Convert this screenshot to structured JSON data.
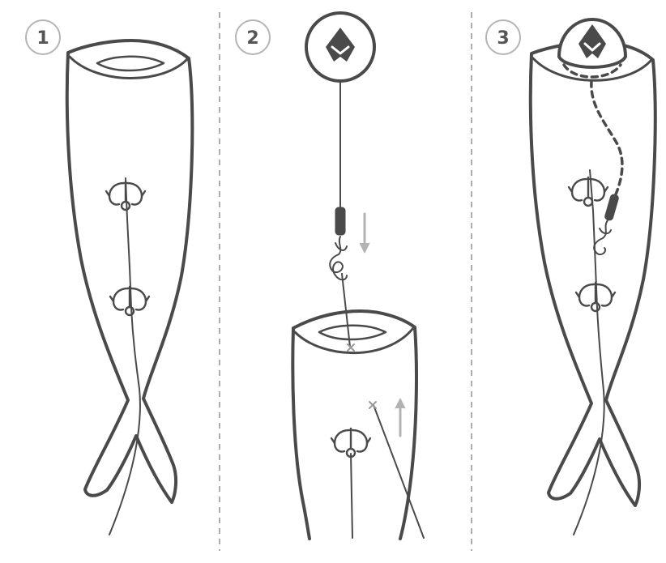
{
  "steps": [
    {
      "number": "1"
    },
    {
      "number": "2"
    },
    {
      "number": "3"
    }
  ],
  "colors": {
    "line": "#4a4a4a",
    "badge_border": "#b5b5b5",
    "divider": "#8a8a8a",
    "arrow": "#b3b3b3",
    "marker": "#9a9a9a"
  },
  "icons": [
    "fish-body",
    "treble-hook",
    "crimp-sleeve",
    "rig-head-emblem",
    "arrow-down",
    "arrow-up"
  ]
}
